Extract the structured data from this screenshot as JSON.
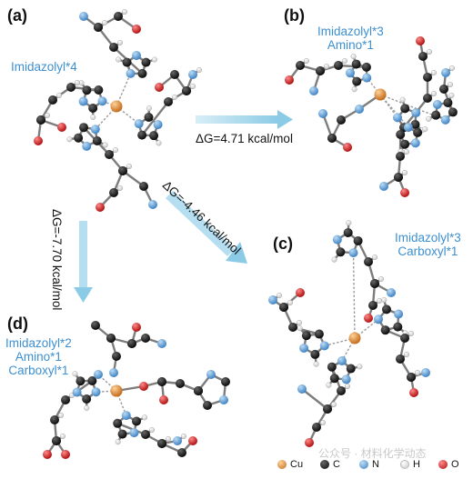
{
  "panels": {
    "a": {
      "label": "(a)",
      "ligands": [
        "Imidazolyl*4"
      ]
    },
    "b": {
      "label": "(b)",
      "ligands": [
        "Imidazolyl*3",
        "Amino*1"
      ]
    },
    "c": {
      "label": "(c)",
      "ligands": [
        "Imidazolyl*3",
        "Carboxyl*1"
      ]
    },
    "d": {
      "label": "(d)",
      "ligands": [
        "Imidazolyl*2",
        "Amino*1",
        "Carboxyl*1"
      ]
    }
  },
  "arrows": {
    "to_b": "ΔG=4.71 kcal/mol",
    "to_c": "ΔG=-4.46 kcal/mol",
    "to_d": "ΔG=-7.70 kcal/mol"
  },
  "legend": [
    {
      "symbol": "Cu",
      "color": "#d98a3a"
    },
    {
      "symbol": "C",
      "color": "#111111"
    },
    {
      "symbol": "N",
      "color": "#5b9bd5"
    },
    {
      "symbol": "H",
      "color": "#eeeeee"
    },
    {
      "symbol": "O",
      "color": "#d62020"
    }
  ],
  "watermark": "公众号 · 材料化学动态"
}
